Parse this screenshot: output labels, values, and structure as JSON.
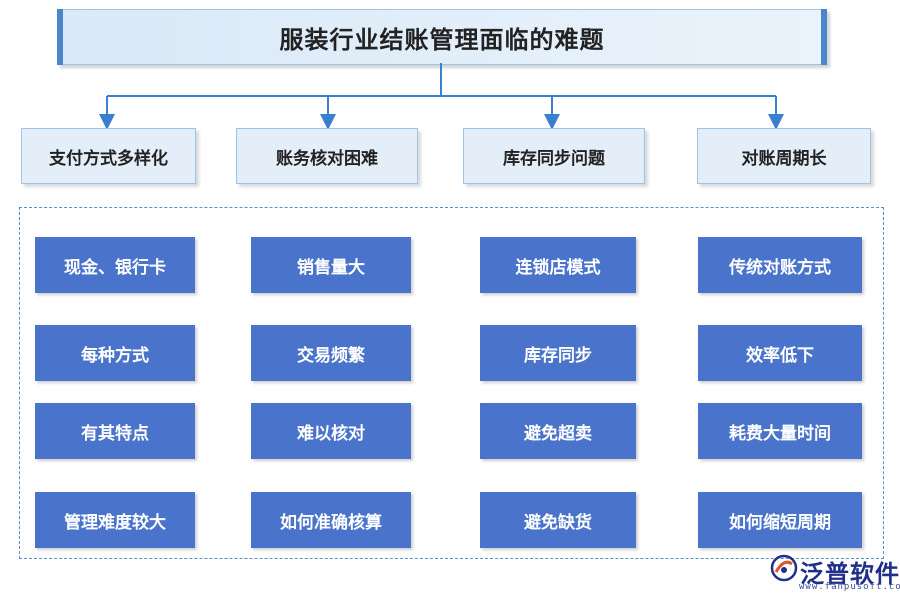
{
  "title": "服装行业结账管理面临的难题",
  "categories": [
    {
      "label": "支付方式多样化"
    },
    {
      "label": "账务核对困难"
    },
    {
      "label": "库存同步问题"
    },
    {
      "label": "对账周期长"
    }
  ],
  "columns": [
    {
      "items": [
        "现金、银行卡",
        "每种方式",
        "有其特点",
        "管理难度较大"
      ]
    },
    {
      "items": [
        "销售量大",
        "交易频繁",
        "难以核对",
        "如何准确核算"
      ]
    },
    {
      "items": [
        "连锁店模式",
        "库存同步",
        "避免超卖",
        "避免缺货"
      ]
    },
    {
      "items": [
        "传统对账方式",
        "效率低下",
        "耗费大量时间",
        "如何缩短周期"
      ]
    }
  ],
  "logo": {
    "name": "泛普软件",
    "url": "www.fanpusoft.com"
  },
  "colors": {
    "item_fill": "#4a74cc",
    "category_fill": "#e4eef9",
    "connector": "#3a7fd0",
    "title_accent": "#4a86c9"
  }
}
